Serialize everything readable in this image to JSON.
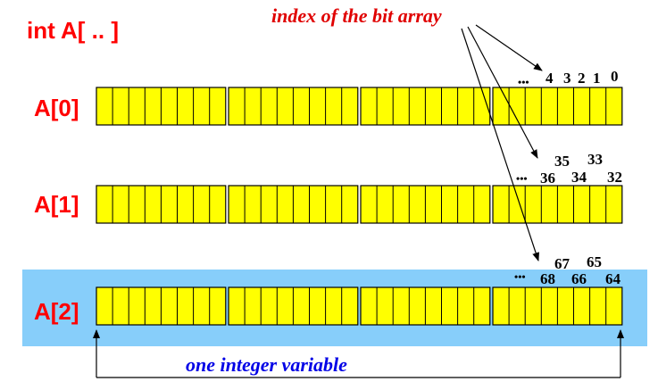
{
  "title": "int A[ .. ]",
  "caption_top": "index of the bit array",
  "caption_bottom": "one integer variable",
  "ellipsis": "•••",
  "rows": [
    {
      "label": "A[0]",
      "highlight": false,
      "indices": [
        "4",
        "3",
        "2",
        "1",
        "0"
      ]
    },
    {
      "label": "A[1]",
      "highlight": false,
      "indices": [
        "35",
        "33",
        "36",
        "34",
        "32"
      ]
    },
    {
      "label": "A[2]",
      "highlight": true,
      "indices": [
        "67",
        "65",
        "68",
        "66",
        "64"
      ]
    }
  ],
  "bits_per_row": 32,
  "bits_per_group": 8,
  "colors": {
    "title_red": "#ff0000",
    "caption_red": "#e00000",
    "caption_blue": "#0000e6",
    "cell_fill": "#ffff00",
    "cell_stroke": "#000000",
    "highlight_band": "#87cefa"
  }
}
